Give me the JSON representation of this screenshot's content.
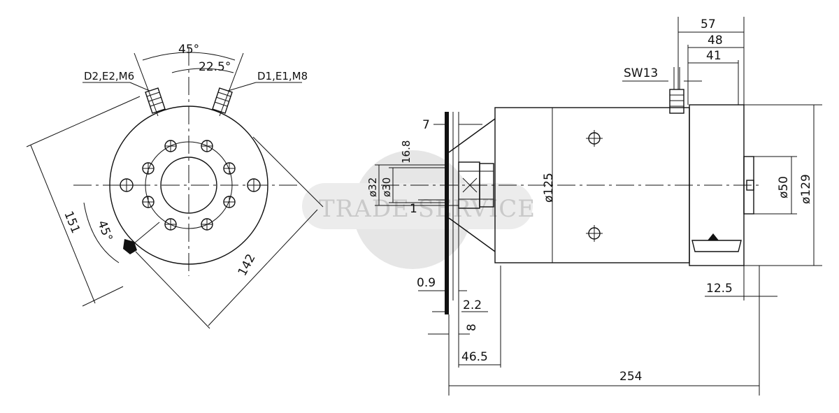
{
  "end_view": {
    "terminal_left_label": "D2,E2,M6",
    "terminal_right_label": "D1,E1,M8",
    "angle_total": "45°",
    "angle_half": "22.5°",
    "angle_lower": "45°",
    "dim_diag_left": "151",
    "dim_diag_right": "142"
  },
  "side_view": {
    "dim_57": "57",
    "dim_48": "48",
    "dim_41": "41",
    "wrench_label": "SW13",
    "dim_7": "7",
    "dim_16_8": "16.8",
    "dim_d32": "ø32",
    "dim_d30": "ø30",
    "dim_1": "1",
    "dim_d125": "ø125",
    "dim_d50": "ø50",
    "dim_d129": "ø129",
    "dim_0_9": "0.9",
    "dim_2_2": "2.2",
    "dim_8": "8",
    "dim_46_5": "46.5",
    "dim_12_5": "12.5",
    "dim_254": "254"
  },
  "watermark": {
    "text": "TRADE SERVICE",
    "color": "#c9c9c9"
  },
  "colors": {
    "line": "#111111",
    "background": "#ffffff"
  }
}
